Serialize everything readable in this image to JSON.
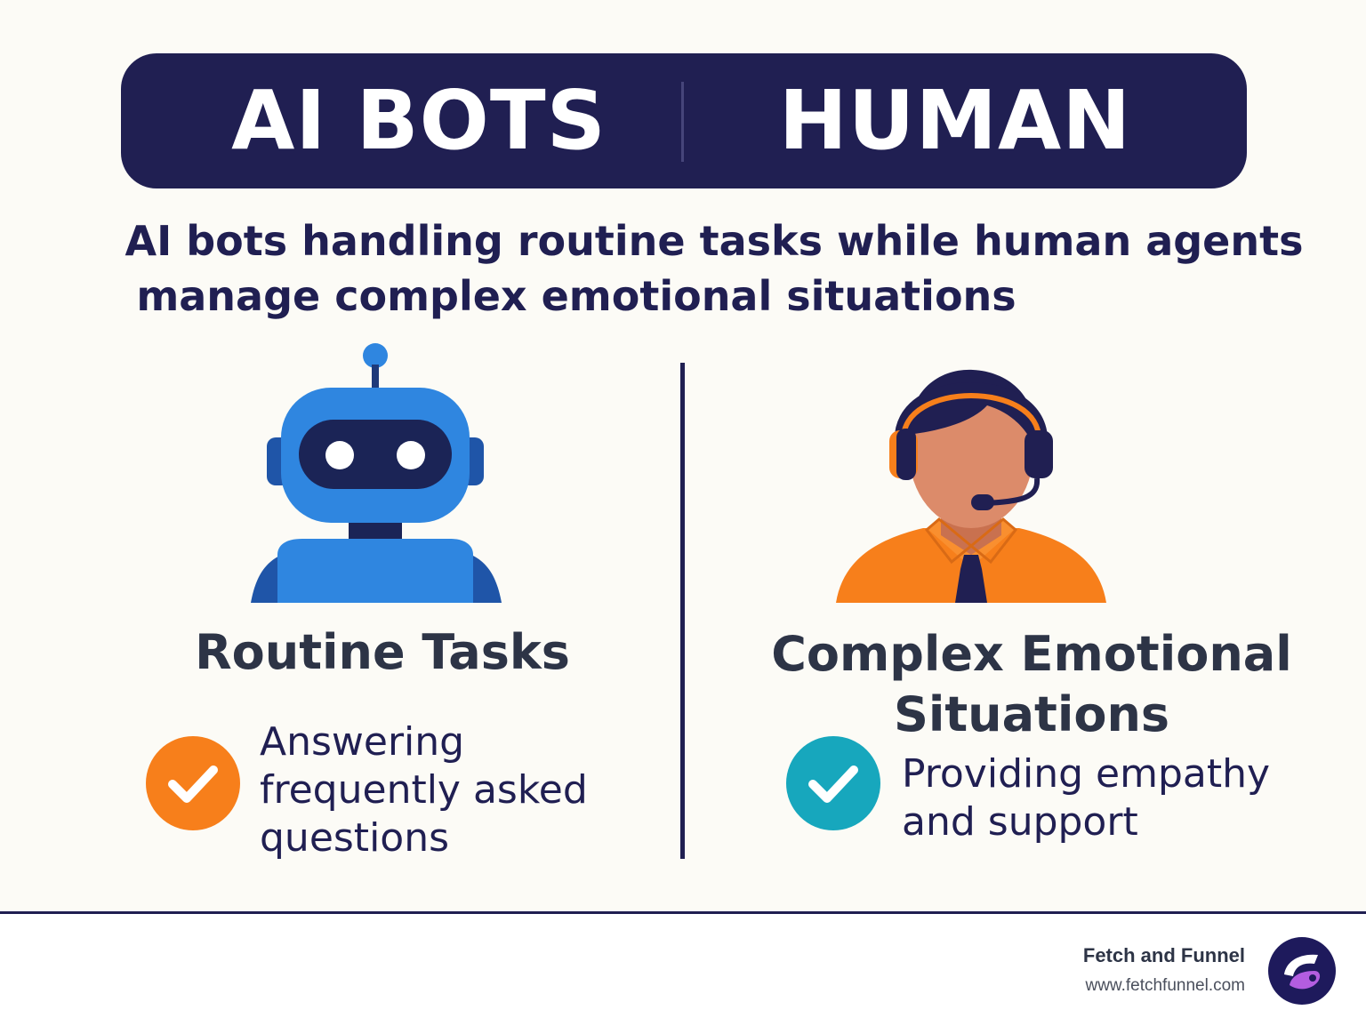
{
  "banner": {
    "left_label": "AI BOTS",
    "right_label": "HUMAN"
  },
  "subtitle": {
    "line1": "AI bots handling routine tasks while human agents",
    "line2": "manage complex emotional situations"
  },
  "left_panel": {
    "figure_icon": "robot-icon",
    "title": "Routine Tasks",
    "item_text": "Answering frequently asked questions",
    "check_color": "#f77f1b"
  },
  "right_panel": {
    "figure_icon": "customer-support-agent-icon",
    "title_line1": "Complex Emotional",
    "title_line2": "Situations",
    "item_text": "Providing empathy and support",
    "check_color": "#17a7bd"
  },
  "footer": {
    "brand_name": "Fetch and Funnel",
    "brand_url": "www.fetchfunnel.com",
    "logo_icon": "fetch-and-funnel-logo"
  },
  "colors": {
    "navy": "#201f52",
    "background": "#fcfbf6",
    "robot_blue": "#2f86e0",
    "orange": "#f77f1b",
    "teal": "#17a7bd"
  }
}
